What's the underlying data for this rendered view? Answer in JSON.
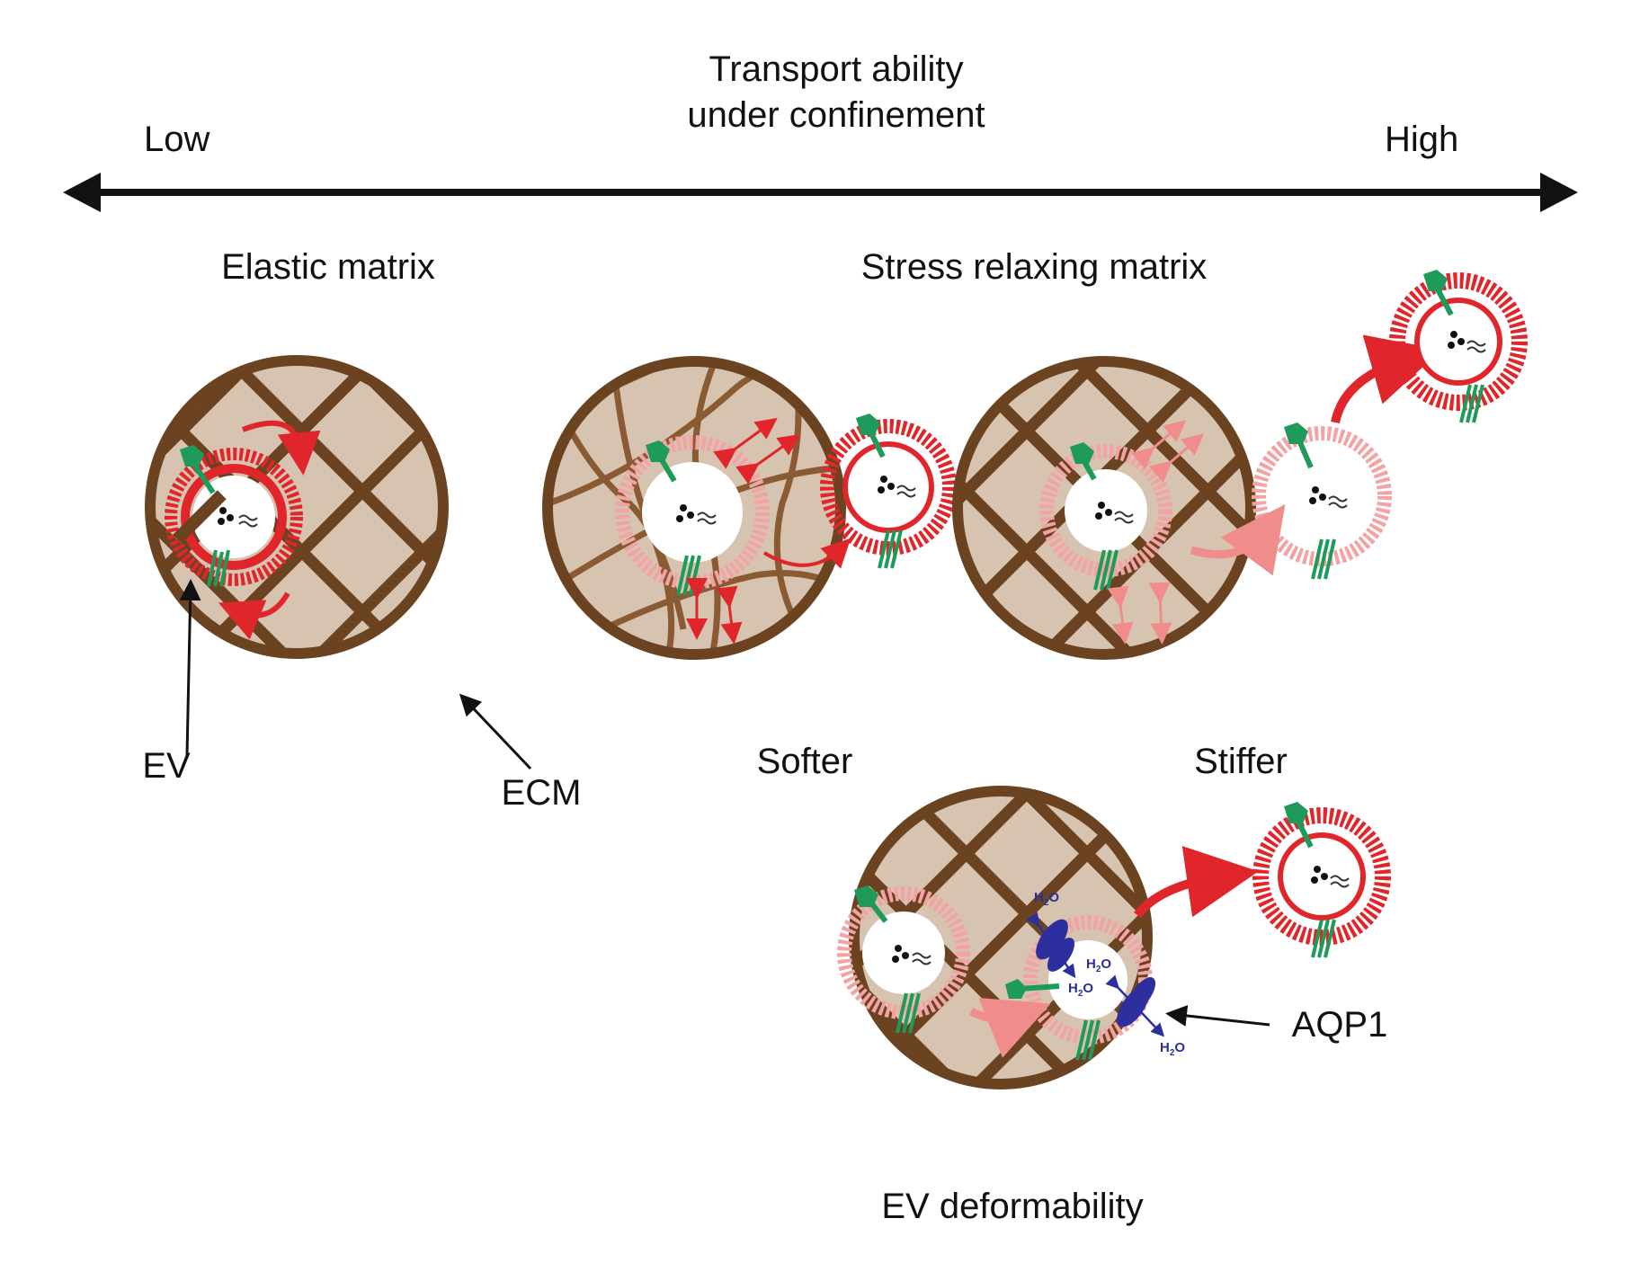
{
  "axis": {
    "title_line1": "Transport ability",
    "title_line2": "under confinement",
    "low": "Low",
    "high": "High"
  },
  "headings": {
    "elastic": "Elastic matrix",
    "stress": "Stress relaxing matrix"
  },
  "labels": {
    "ev": "EV",
    "ecm": "ECM",
    "softer": "Softer",
    "stiffer": "Stiffer",
    "aqp1": "AQP1",
    "deformability": "EV deformability",
    "water": "H2O"
  },
  "colors": {
    "matrix_fill": "#d6c3b0",
    "fiber": "#6b4320",
    "membrane": "#e0262b",
    "membrane_faded": "#f3a3a3",
    "protein": "#1e9a5a",
    "aqp": "#2e2f9e"
  }
}
